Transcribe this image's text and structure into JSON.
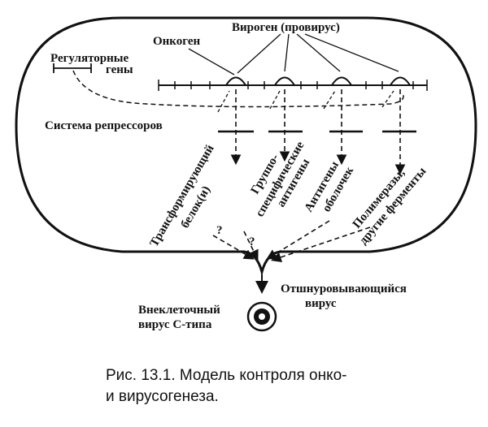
{
  "labels": {
    "virogen": "Вироген (провирус)",
    "oncogene": "Онкоген",
    "regulatory_1": "Регуляторные",
    "regulatory_2": "гены",
    "repressors": "Система репрессоров",
    "transforming_1": "Трансформирующий",
    "transforming_2": "белок(и)",
    "group_1": "Группо-",
    "group_2": "специфические",
    "group_3": "антигены",
    "envelope_1": "Антигены",
    "envelope_2": "оболочек",
    "polymerase_1": "Полимеразы,",
    "polymerase_2": "другие ферменты",
    "q1": "?",
    "q2": "?",
    "budding_1": "Отшнуровывающийся",
    "budding_2": "вирус",
    "extracellular_1": "Внеклеточный",
    "extracellular_2": "вирус С-типа"
  },
  "caption": {
    "line1": "Рис. 13.1. Модель контроля онко-",
    "line2": "и вирусогенеза."
  }
}
